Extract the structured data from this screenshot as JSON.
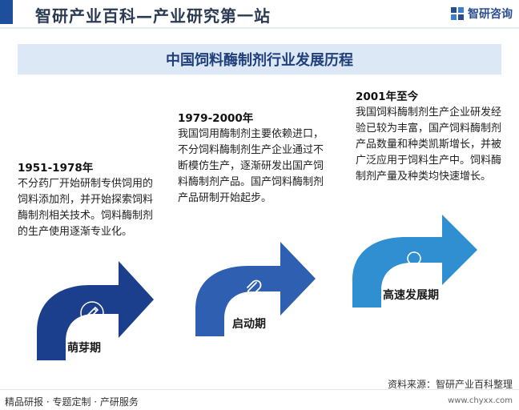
{
  "header": {
    "site_title": "智研产业百科—产业研究第一站",
    "brand_name": "智研咨询"
  },
  "banner": {
    "title": "中国饲料酶制剂行业发展历程"
  },
  "stages": [
    {
      "period": "1951-1978年",
      "description": "不分药厂开始研制专供饲用的饲料添加剂，并开始探索饲料酶制剂相关技术。饲料酶制剂的生产使用逐渐专业化。",
      "label": "萌芽期",
      "icon": "pencil-icon"
    },
    {
      "period": "1979-2000年",
      "description": "我国饲用酶制剂主要依赖进口，不分饲料酶制剂生产企业通过不断模仿生产，逐渐研发出国产饲料酶制剂产品。国产饲料酶制剂产品研制开始起步。",
      "label": "启动期",
      "icon": "paperclip-icon"
    },
    {
      "period": "2001年至今",
      "description": "我国饲料酶制剂生产企业研发经验已较为丰富，国产饲料酶制剂产品数量和种类凯斯增长，并被广泛应用于饲料生产中。饲料酶制剂产量及种类均快速增长。",
      "label": "高速发展期",
      "icon": "lightbulb-icon"
    }
  ],
  "colors": {
    "header_bar": "#1e4f9c",
    "banner_bg": "#dde8f6",
    "arrow_stage1": "#1b3f8c",
    "arrow_stage2": "#2f5fb0",
    "arrow_stage3": "#2f8fd0"
  },
  "footer": {
    "left_text": "精品研报 · 专题定制 · 产研服务",
    "source": "资料来源：智研产业百科整理",
    "url": "www.chyxx.com"
  }
}
